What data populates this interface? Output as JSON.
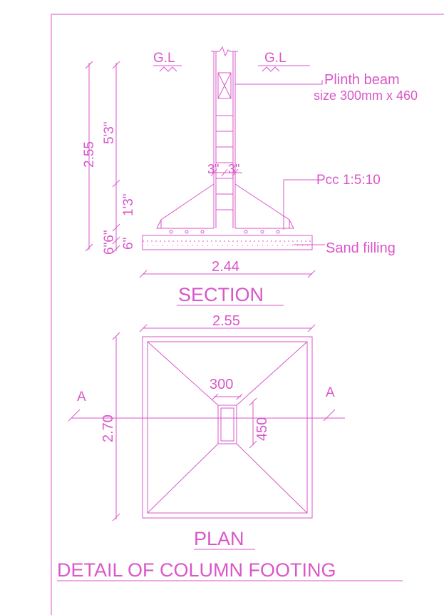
{
  "colors": {
    "ink": "#d957c8",
    "paper": "#ffffff"
  },
  "section": {
    "gl_left": "G.L",
    "gl_right": "G.L",
    "plinth_line1": "Plinth beam",
    "plinth_line2": "size 300mm x 460",
    "pcc": "Pcc 1:5:10",
    "sand": "Sand filling",
    "dim_total": "2.55",
    "dim_upper": "5'3\"",
    "dim_mid": "1'3\"",
    "dim_low_outer": "6\"6\"",
    "dim_low_inner": "6\"",
    "dim_col_left": "3\"",
    "dim_col_right": "3\"",
    "dim_width": "2.44",
    "title": "SECTION"
  },
  "plan": {
    "dim_width": "2.55",
    "dim_height": "2.70",
    "col_width": "300",
    "col_depth": "450",
    "cut_left": "A",
    "cut_right": "A",
    "title": "PLAN"
  },
  "drawing_title": "DETAIL OF COLUMN FOOTING"
}
